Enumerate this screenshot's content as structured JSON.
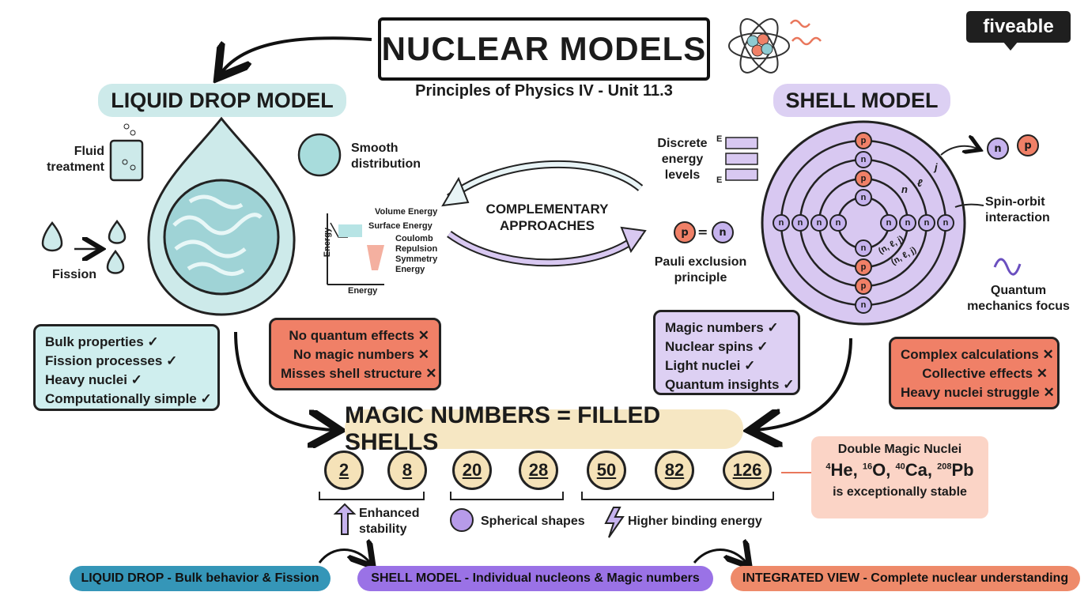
{
  "title": "NUCLEAR MODELS",
  "subtitle": "Principles of Physics IV - Unit 11.3",
  "brand": {
    "name": "fiveable",
    "color": "#1f1f1f"
  },
  "liquid_drop": {
    "heading": "LIQUID DROP MODEL",
    "labels": {
      "fluid": "Fluid treatment",
      "fission": "Fission",
      "smooth": "Smooth distribution"
    },
    "energy_chart": {
      "x_label": "Energy",
      "y_label": "Energy",
      "terms": [
        "Volume Energy",
        "Surface Energy",
        "Coulomb Repulsion",
        "Symmetry Energy"
      ]
    },
    "pros": [
      "Bulk properties ✓",
      "Fission processes ✓",
      "Heavy nuclei ✓",
      "Computationally simple ✓"
    ],
    "cons": [
      "No quantum effects ✕",
      "No magic numbers ✕",
      "Misses shell structure ✕"
    ],
    "color": "#cfeeee"
  },
  "center": {
    "complementary": "COMPLEMENTARY APPROACHES"
  },
  "shell": {
    "heading": "SHELL MODEL",
    "labels": {
      "discrete": "Discrete energy levels",
      "pauli": "Pauli exclusion principle",
      "spin_orbit": "Spin-orbit interaction",
      "quantum": "Quantum mechanics focus"
    },
    "level_axis": [
      "E",
      "E"
    ],
    "pauli_particles": [
      "p",
      "n"
    ],
    "spin_particles": [
      "n",
      "p"
    ],
    "quantum_labels": [
      "n",
      "ℓ",
      "j",
      "(n, ℓ, j)",
      "(n, ℓ, j)"
    ],
    "pros": [
      "Magic numbers ✓",
      "Nuclear spins ✓",
      "Light nuclei ✓",
      "Quantum insights ✓"
    ],
    "cons": [
      "Complex calculations ✕",
      "Collective effects ✕",
      "Heavy nuclei struggle ✕"
    ],
    "color": "#ddd0f3"
  },
  "magic": {
    "banner": "MAGIC NUMBERS = FILLED SHELLS",
    "numbers": [
      "2",
      "8",
      "20",
      "28",
      "50",
      "82",
      "126"
    ],
    "features": [
      "Enhanced stability",
      "Spherical shapes",
      "Higher binding energy"
    ],
    "double_magic": {
      "title": "Double Magic Nuclei",
      "nuclei": [
        {
          "mass": "4",
          "symbol": "He"
        },
        {
          "mass": "16",
          "symbol": "O"
        },
        {
          "mass": "40",
          "symbol": "Ca"
        },
        {
          "mass": "208",
          "symbol": "Pb"
        }
      ],
      "note": "is exceptionally stable"
    }
  },
  "flow": [
    {
      "label": "LIQUID DROP - Bulk behavior & Fission",
      "color": "#3596b8"
    },
    {
      "label": "SHELL MODEL - Individual nucleons & Magic numbers",
      "color": "#9a72e6"
    },
    {
      "label": "INTEGRATED VIEW - Complete nuclear understanding",
      "color": "#ee8a6a"
    }
  ],
  "colors": {
    "cons": "#f08067",
    "magic": "#f6e7c3",
    "proton": "#f08067",
    "neutron": "#c6b3ee"
  }
}
